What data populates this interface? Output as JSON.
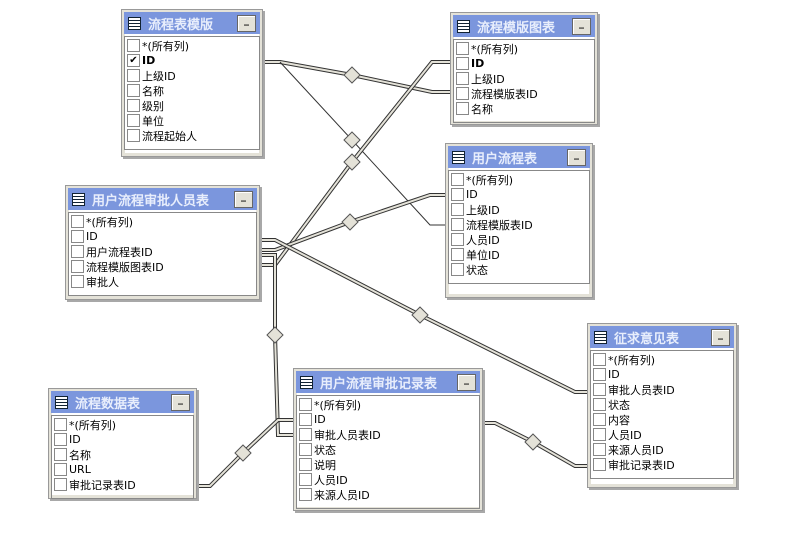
{
  "tables": [
    {
      "title": "流程表模版",
      "columns": [
        "*(所有列)",
        "ID",
        "上级ID",
        "名称",
        "级别",
        "单位",
        "流程起始人"
      ],
      "checked": [
        1
      ],
      "bold": [
        1
      ]
    },
    {
      "title": "流程模版图表",
      "columns": [
        "*(所有列)",
        "ID",
        "上级ID",
        "流程模版表ID",
        "名称"
      ],
      "checked": [],
      "bold": [
        1
      ]
    },
    {
      "title": "用户流程表",
      "columns": [
        "*(所有列)",
        "ID",
        "上级ID",
        "流程模版表ID",
        "人员ID",
        "单位ID",
        "状态"
      ],
      "checked": [],
      "bold": []
    },
    {
      "title": "用户流程审批人员表",
      "columns": [
        "*(所有列)",
        "ID",
        "用户流程表ID",
        "流程模版图表ID",
        "审批人"
      ],
      "checked": [],
      "bold": []
    },
    {
      "title": "征求意见表",
      "columns": [
        "*(所有列)",
        "ID",
        "审批人员表ID",
        "状态",
        "内容",
        "人员ID",
        "来源人员ID",
        "审批记录表ID"
      ],
      "checked": [],
      "bold": []
    },
    {
      "title": "流程数据表",
      "columns": [
        "*(所有列)",
        "ID",
        "名称",
        "URL",
        "审批记录表ID"
      ],
      "checked": [],
      "bold": []
    },
    {
      "title": "用户流程审批记录表",
      "columns": [
        "*(所有列)",
        "ID",
        "审批人员表ID",
        "状态",
        "说明",
        "人员ID",
        "来源人员ID"
      ],
      "checked": [],
      "bold": []
    }
  ],
  "check_glyph": "✔",
  "minimize_glyph": "_"
}
